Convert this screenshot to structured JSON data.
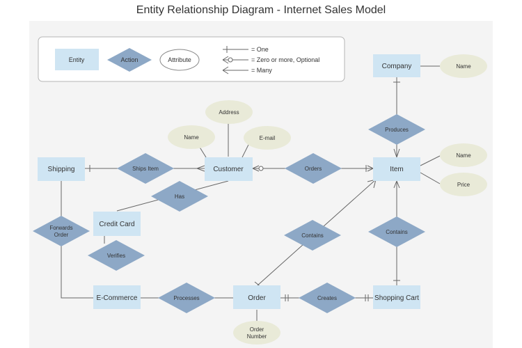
{
  "title": "Entity Relationship Diagram - Internet Sales Model",
  "colors": {
    "entity_fill": "#cfe5f3",
    "action_fill": "#8da8c6",
    "attribute_fill": "#e9ead8",
    "line": "#666666",
    "panel_bg": "#f4f4f4"
  },
  "legend": {
    "entity": "Entity",
    "action": "Action",
    "attribute": "Attribute",
    "one": "= One",
    "zero_or_more": "= Zero or more, Optional",
    "many": "= Many"
  },
  "entities": {
    "company": "Company",
    "shipping": "Shipping",
    "customer": "Customer",
    "item": "Item",
    "credit_card": "Credit Card",
    "ecommerce": "E-Commerce",
    "order": "Order",
    "shopping_cart": "Shopping Cart"
  },
  "actions": {
    "produces": "Produces",
    "ships_item": "Ships Item",
    "orders": "Orders",
    "has": "Has",
    "forwards_order": [
      "Forwards",
      "Order"
    ],
    "contains_left": "Contains",
    "contains_right": "Contains",
    "verifies": "Verifies",
    "processes": "Processes",
    "creates": "Creates"
  },
  "attributes": {
    "company_name": "Name",
    "address": "Address",
    "customer_name": "Name",
    "email": "E-mail",
    "item_name": "Name",
    "price": "Price",
    "order_number": [
      "Order",
      "Number"
    ]
  }
}
